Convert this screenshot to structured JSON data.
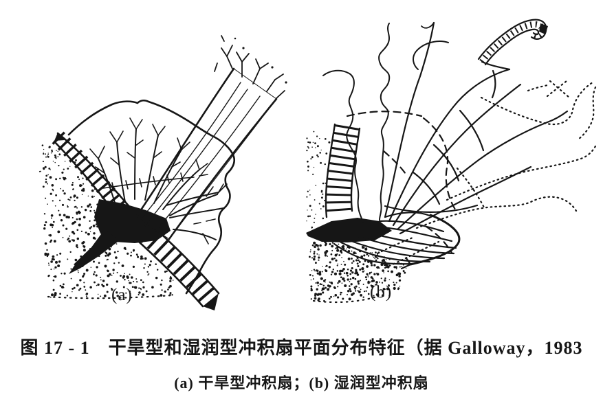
{
  "figure_caption": {
    "line1": "图 17 - 1　干旱型和湿润型冲积扇平面分布特征（据 Galloway，1983",
    "line2": "(a) 干旱型冲积扇；(b) 湿润型冲积扇"
  },
  "panels": {
    "a": {
      "label": "(a)",
      "description": "干旱型冲积扇"
    },
    "b": {
      "label": "(b)",
      "description": "湿润型冲积扇"
    }
  },
  "colors": {
    "ink": "#161616",
    "paper": "#ffffff"
  }
}
